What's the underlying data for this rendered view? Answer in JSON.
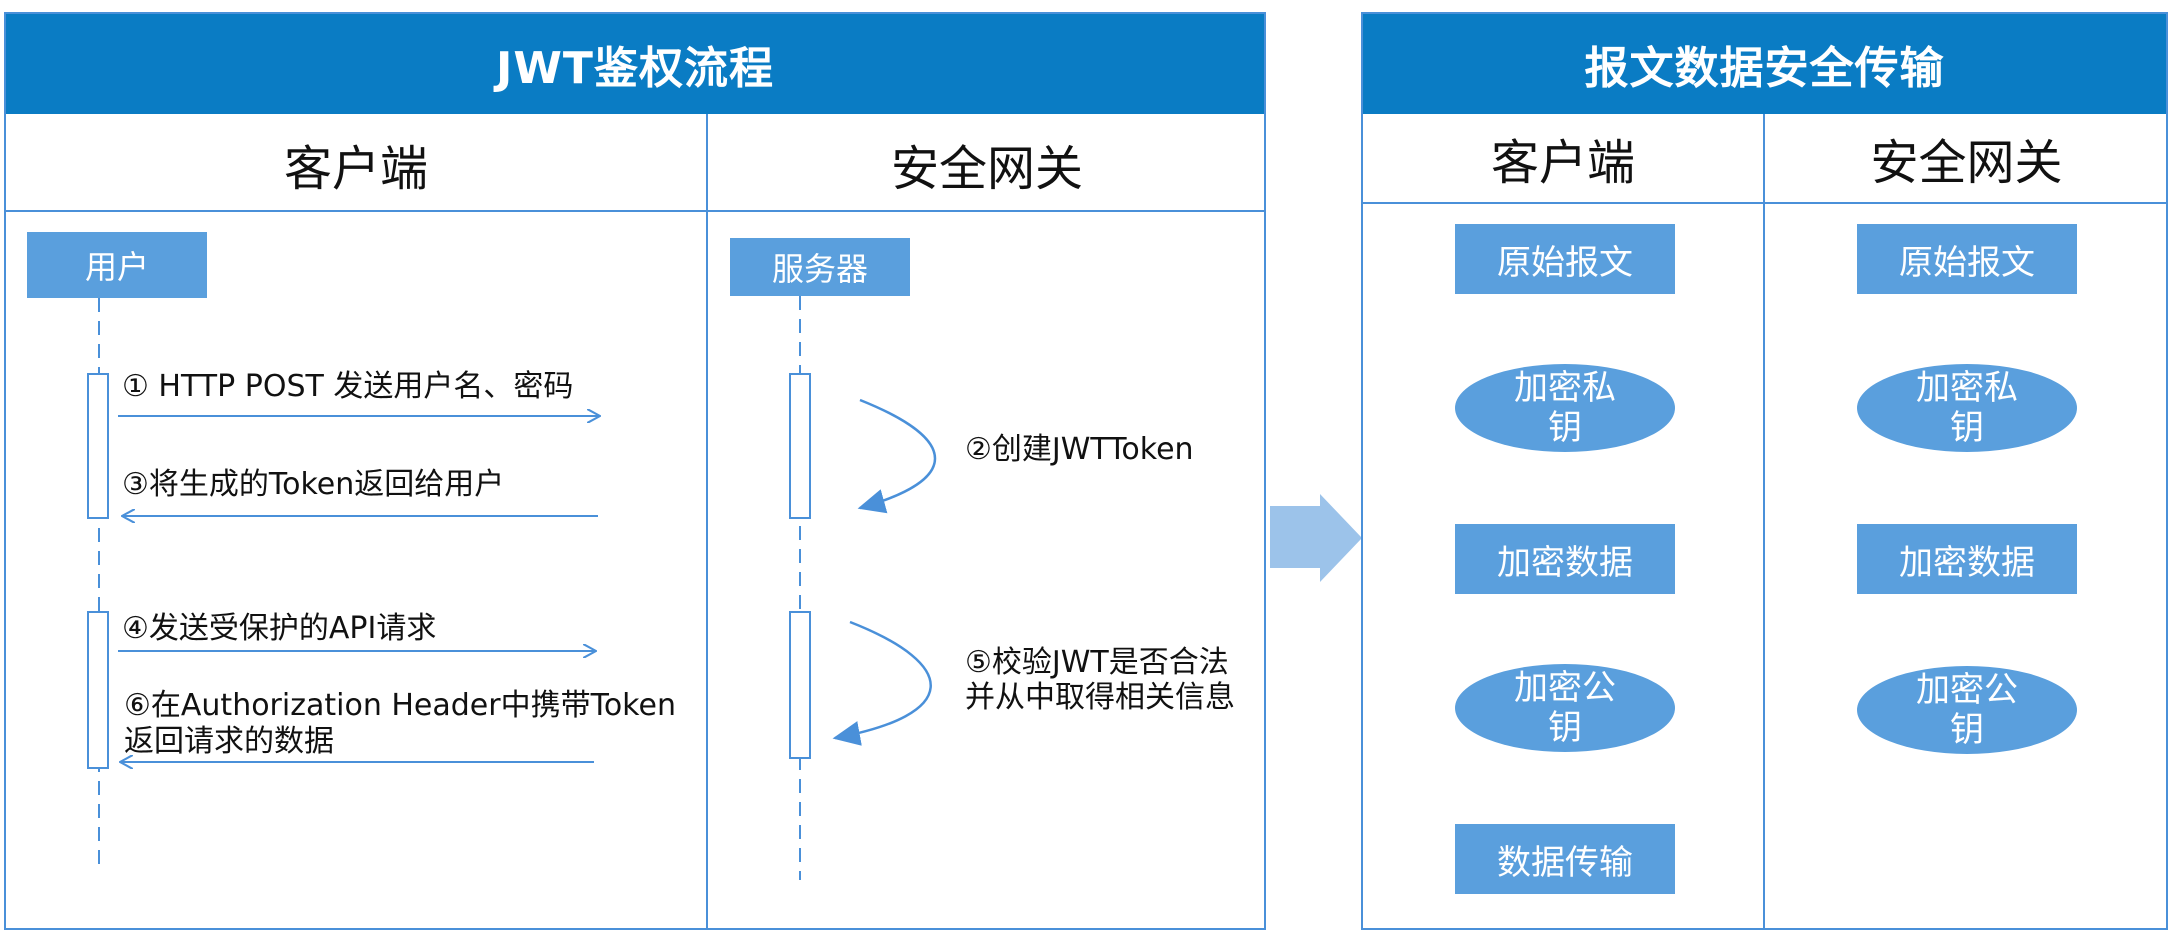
{
  "jwt_panel": {
    "title": "JWT鉴权流程",
    "col_client": "客户端",
    "col_gateway": "安全网关",
    "actor_user": "用户",
    "actor_server": "服务器",
    "steps": {
      "s1": "① HTTP POST 发送用户名、密码",
      "s2": "②创建JWTToken",
      "s3": "③将生成的Token返回给用户",
      "s4": "④发送受保护的API请求",
      "s5_line1": "⑤校验JWT是否合法",
      "s5_line2": "并从中取得相关信息",
      "s6_line1": "⑥在Authorization Header中携带Token",
      "s6_line2": "返回请求的数据"
    }
  },
  "transfer_panel": {
    "title": "报文数据安全传输",
    "col_client": "客户端",
    "col_gateway": "安全网关",
    "client_nodes": {
      "raw": "原始报文",
      "private_key_l1": "加密私",
      "private_key_l2": "钥",
      "encrypt": "加密数据",
      "public_key_l1": "加密公",
      "public_key_l2": "钥",
      "transfer": "数据传输"
    },
    "gateway_nodes": {
      "raw": "原始报文",
      "private_key_l1": "加密私",
      "private_key_l2": "钥",
      "encrypt": "加密数据",
      "public_key_l1": "加密公",
      "public_key_l2": "钥"
    }
  },
  "colors": {
    "header_blue": "#0a7cc4",
    "node_blue": "#5a9fdd",
    "line_blue": "#4a90d9",
    "big_arrow": "#9cc3ea"
  }
}
